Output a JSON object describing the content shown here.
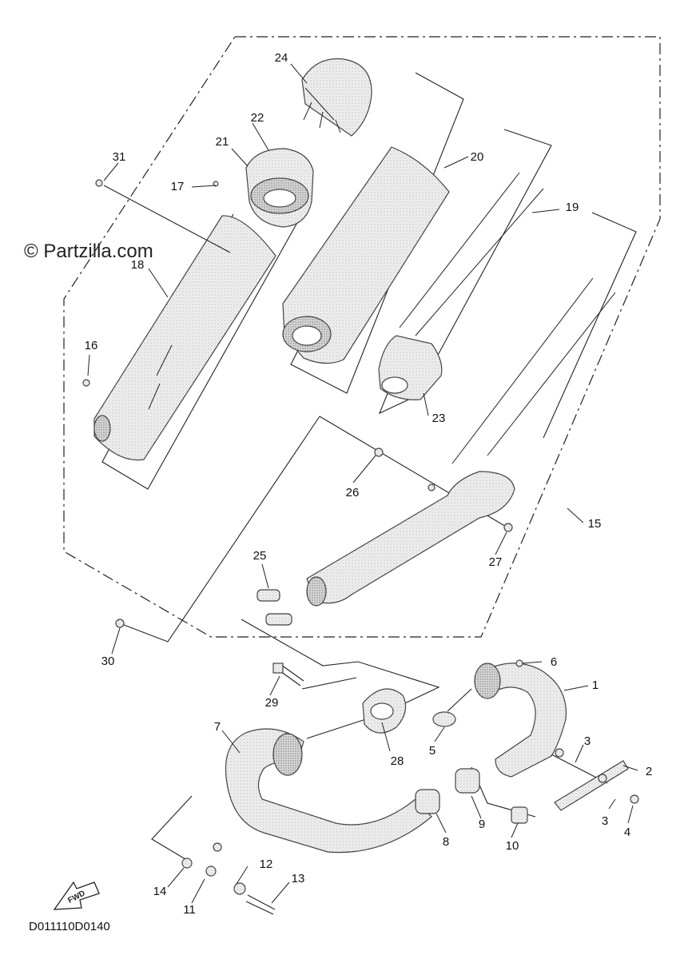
{
  "watermark": "© Partzilla.com",
  "diagram_code": "D011110D0140",
  "fwd_label": "FWD",
  "callouts": [
    {
      "id": "p1",
      "label": "1",
      "name": "head-pipe-1"
    },
    {
      "id": "p2",
      "label": "2",
      "name": "part-2"
    },
    {
      "id": "p3a",
      "label": "3",
      "name": "part-3-upper"
    },
    {
      "id": "p3b",
      "label": "3",
      "name": "part-3-lower"
    },
    {
      "id": "p4",
      "label": "4",
      "name": "part-4"
    },
    {
      "id": "p5",
      "label": "5",
      "name": "gasket-5"
    },
    {
      "id": "p6",
      "label": "6",
      "name": "part-6"
    },
    {
      "id": "p7",
      "label": "7",
      "name": "head-pipe-7"
    },
    {
      "id": "p8",
      "label": "8",
      "name": "part-8"
    },
    {
      "id": "p9",
      "label": "9",
      "name": "part-9"
    },
    {
      "id": "p10",
      "label": "10",
      "name": "part-10"
    },
    {
      "id": "p11",
      "label": "11",
      "name": "part-11"
    },
    {
      "id": "p12",
      "label": "12",
      "name": "part-12"
    },
    {
      "id": "p13",
      "label": "13",
      "name": "bolt-13"
    },
    {
      "id": "p14",
      "label": "14",
      "name": "part-14"
    },
    {
      "id": "p15",
      "label": "15",
      "name": "muffler-assembly-15"
    },
    {
      "id": "p16",
      "label": "16",
      "name": "part-16"
    },
    {
      "id": "p17",
      "label": "17",
      "name": "part-17"
    },
    {
      "id": "p18",
      "label": "18",
      "name": "muffler-body-18"
    },
    {
      "id": "p19",
      "label": "19",
      "name": "pipe-19"
    },
    {
      "id": "p20",
      "label": "20",
      "name": "muffler-inner-20"
    },
    {
      "id": "p21",
      "label": "21",
      "name": "end-cap-21"
    },
    {
      "id": "p22",
      "label": "22",
      "name": "part-22"
    },
    {
      "id": "p23",
      "label": "23",
      "name": "part-23"
    },
    {
      "id": "p24",
      "label": "24",
      "name": "tail-cap-24"
    },
    {
      "id": "p25",
      "label": "25",
      "name": "part-25"
    },
    {
      "id": "p26",
      "label": "26",
      "name": "part-26"
    },
    {
      "id": "p27",
      "label": "27",
      "name": "part-27"
    },
    {
      "id": "p28",
      "label": "28",
      "name": "clamp-28"
    },
    {
      "id": "p29",
      "label": "29",
      "name": "bolt-29"
    },
    {
      "id": "p30",
      "label": "30",
      "name": "part-30"
    },
    {
      "id": "p31",
      "label": "31",
      "name": "bolt-31"
    }
  ]
}
